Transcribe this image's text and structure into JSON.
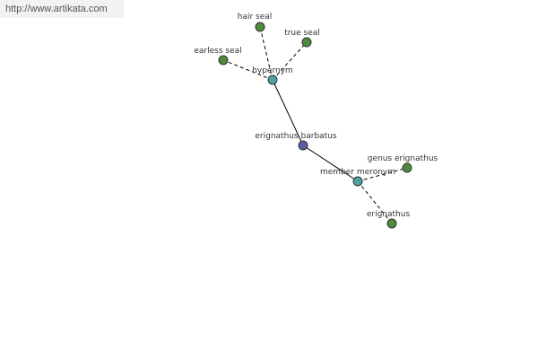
{
  "header": {
    "url": "http://www.artikata.com"
  },
  "colors": {
    "root": "#5b5ea6",
    "relation": "#4aa3a0",
    "leaf": "#4e8b3a",
    "edge": "#000000"
  },
  "graph": {
    "nodes": [
      {
        "id": "root",
        "label": "erignathus barbatus",
        "kind": "root"
      },
      {
        "id": "hypernym",
        "label": "hypernym",
        "kind": "relation"
      },
      {
        "id": "meronym",
        "label": "member meronym",
        "kind": "relation"
      },
      {
        "id": "hair-seal",
        "label": "hair seal",
        "kind": "leaf"
      },
      {
        "id": "true-seal",
        "label": "true seal",
        "kind": "leaf"
      },
      {
        "id": "earless-seal",
        "label": "earless seal",
        "kind": "leaf"
      },
      {
        "id": "genus-erignathus",
        "label": "genus erignathus",
        "kind": "leaf"
      },
      {
        "id": "erignathus",
        "label": "erignathus",
        "kind": "leaf"
      }
    ],
    "edges": [
      {
        "from": "root",
        "to": "hypernym",
        "style": "solid"
      },
      {
        "from": "root",
        "to": "meronym",
        "style": "solid"
      },
      {
        "from": "hypernym",
        "to": "hair-seal",
        "style": "dashed"
      },
      {
        "from": "hypernym",
        "to": "true-seal",
        "style": "dashed"
      },
      {
        "from": "hypernym",
        "to": "earless-seal",
        "style": "dashed"
      },
      {
        "from": "meronym",
        "to": "genus-erignathus",
        "style": "dashed"
      },
      {
        "from": "meronym",
        "to": "erignathus",
        "style": "dashed"
      }
    ]
  }
}
